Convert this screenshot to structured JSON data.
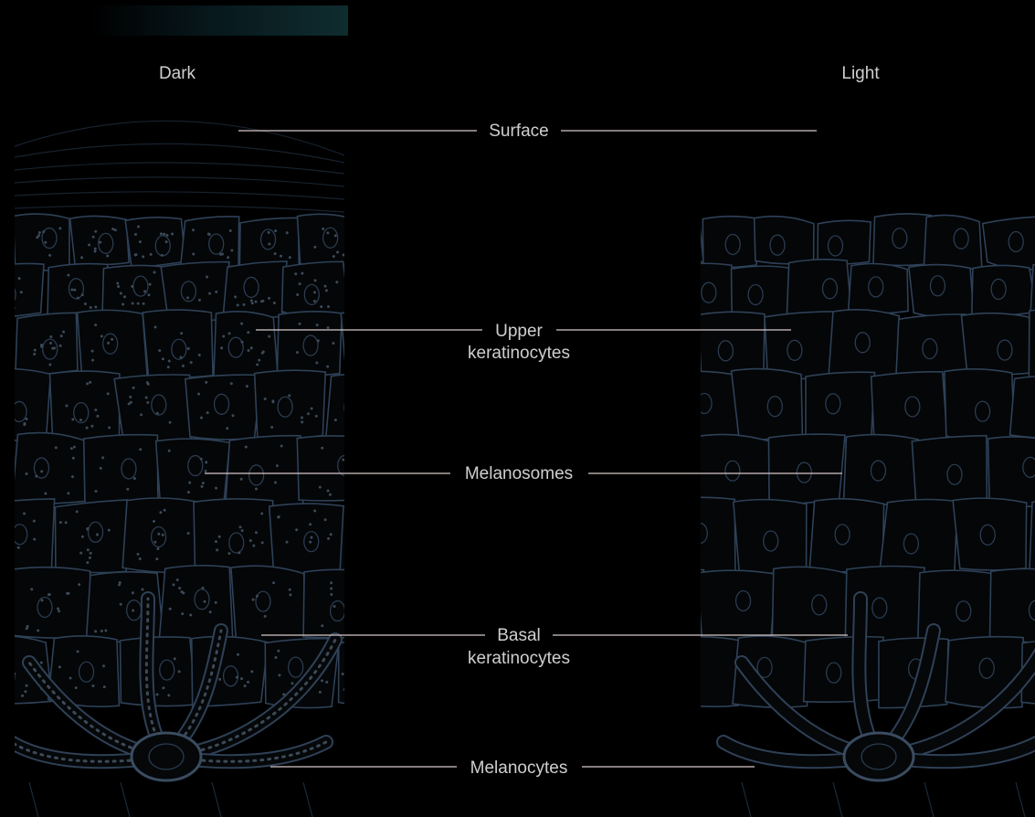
{
  "colors": {
    "background": "#000000",
    "cell_outline": "#2e4157",
    "pigment_dots": "#3c4a57",
    "leader_line": "#d7c8c8",
    "label_text": "#cfcfcf",
    "top_bar": "#0f2a2c"
  },
  "columns": {
    "dark": "Dark",
    "light": "Light"
  },
  "labels": {
    "surface": "Surface",
    "upper_1": "Upper",
    "upper_2": "keratinocytes",
    "melanosomes": "Melanosomes",
    "basal_1": "Basal",
    "basal_2": "keratinocytes",
    "melanocytes": "Melanocytes"
  }
}
